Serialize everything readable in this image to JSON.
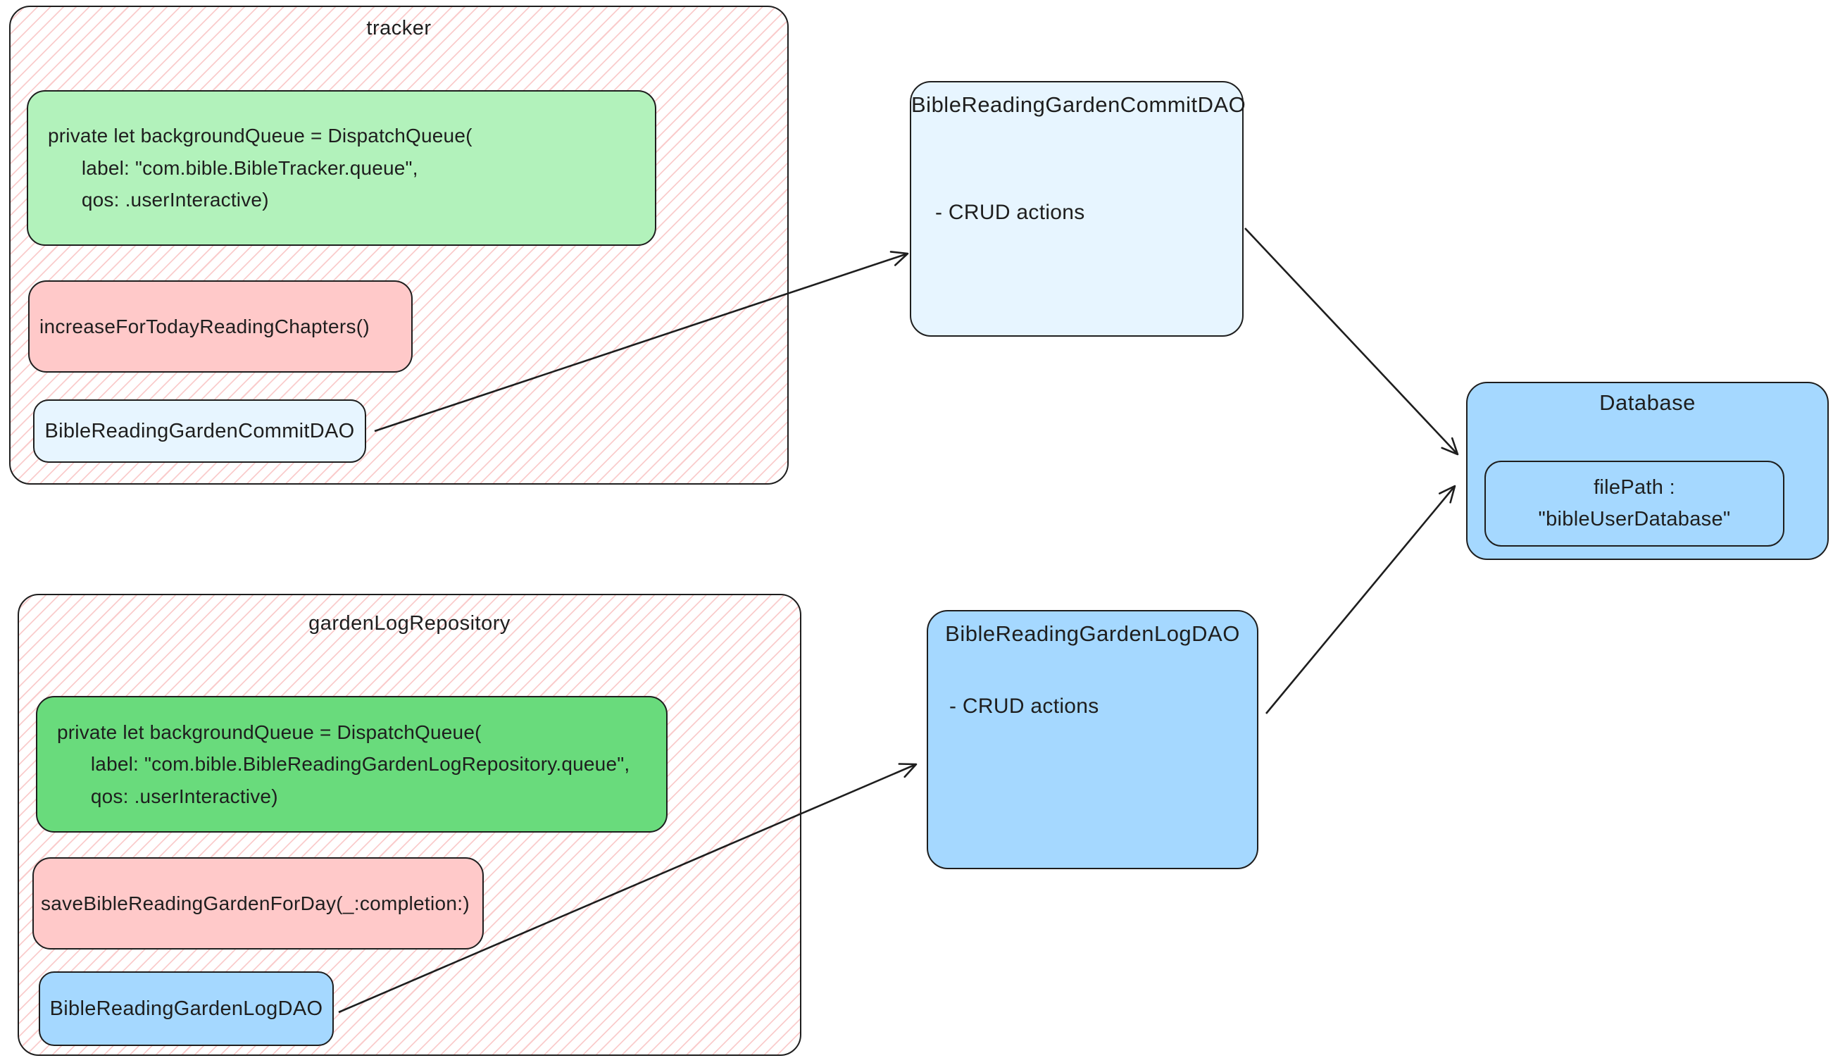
{
  "colors": {
    "stroke": "#1e1e1e",
    "hatch_line": "#f49a9a80",
    "light_green": "#b2f2bb",
    "green": "#69db7c",
    "pink": "#ffc9c9",
    "pale_blue": "#e7f5ff",
    "blue": "#a5d8ff"
  },
  "tracker_container": {
    "title": "tracker",
    "queue_code": {
      "line1": "private let backgroundQueue = DispatchQueue(",
      "line2": "      label: \"com.bible.BibleTracker.queue\",",
      "line3": "      qos: .userInteractive)"
    },
    "method_label": "increaseForTodayReadingChapters()",
    "dao_ref_label": "BibleReadingGardenCommitDAO"
  },
  "commit_dao_node": {
    "title": "BibleReadingGardenCommitDAO",
    "body": "- CRUD actions"
  },
  "database_node": {
    "title": "Database",
    "file_path_line1": "filePath :",
    "file_path_line2": "\"bibleUserDatabase\""
  },
  "garden_log_container": {
    "title": "gardenLogRepository",
    "queue_code": {
      "line1": "private let backgroundQueue = DispatchQueue(",
      "line2": "      label: \"com.bible.BibleReadingGardenLogRepository.queue\",",
      "line3": "      qos: .userInteractive)"
    },
    "method_label": "saveBibleReadingGardenForDay(_:completion:)",
    "dao_ref_label": "BibleReadingGardenLogDAO"
  },
  "log_dao_node": {
    "title": "BibleReadingGardenLogDAO",
    "body": "- CRUD actions"
  }
}
